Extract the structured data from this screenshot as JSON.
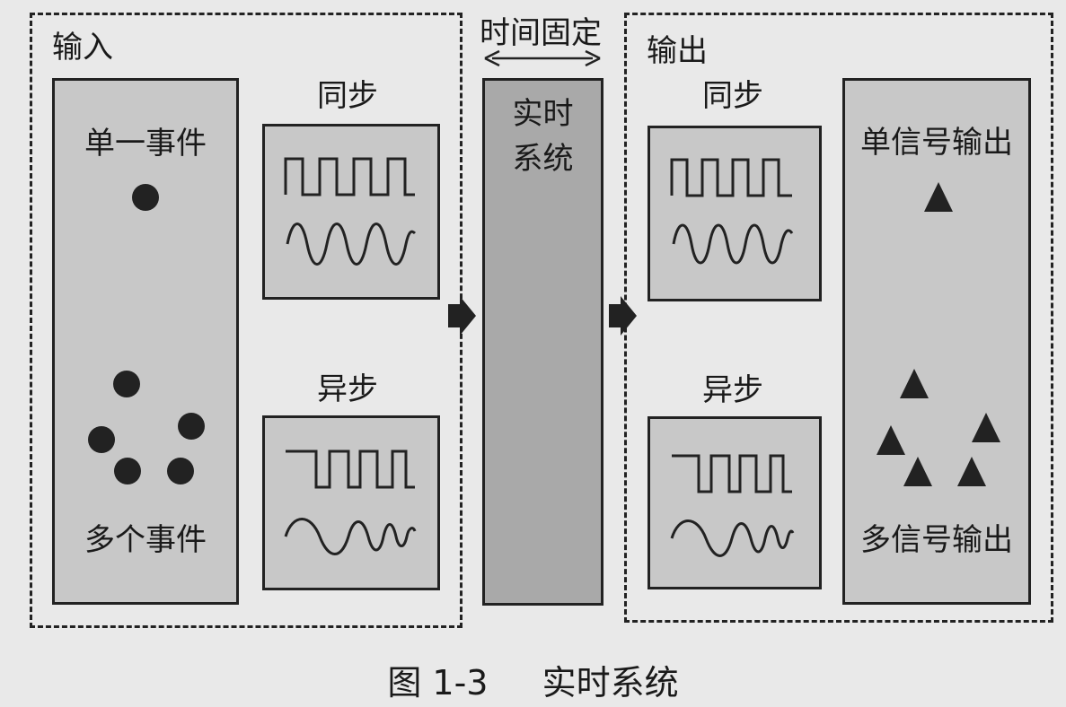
{
  "figure": {
    "input_group": {
      "title": "输入",
      "single_event_label": "单一事件",
      "multi_event_label": "多个事件",
      "sync_label": "同步",
      "async_label": "异步"
    },
    "time_fixed_label": "时间固定",
    "system": {
      "line1": "实时",
      "line2": "系统"
    },
    "output_group": {
      "title": "输出",
      "sync_label": "同步",
      "async_label": "异步",
      "single_output_label": "单信号输出",
      "multi_output_label": "多信号输出"
    },
    "caption": {
      "number": "图 1-3",
      "title": "实时系统"
    },
    "colors": {
      "stroke": "#222222",
      "light_fill": "#c8c8c8",
      "dark_fill": "#a9a9a9"
    }
  }
}
